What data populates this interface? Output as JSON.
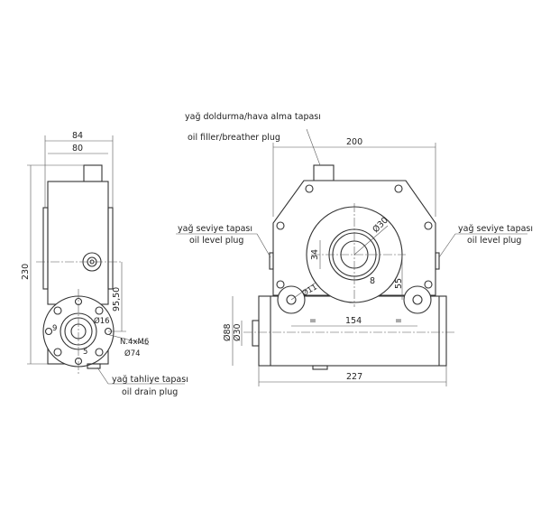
{
  "side_view": {
    "dims": {
      "width_outer": "84",
      "width_inner": "80",
      "height": "230",
      "axis_offset": "95,50",
      "key_height": "9",
      "shaft_dia": "Ø16",
      "key_width": "5",
      "bolts": "N.4xM6",
      "bolt_circle": "Ø74"
    },
    "drain_label_tr": "yağ tahliye tapası",
    "drain_label_en": "oil drain plug"
  },
  "front_view": {
    "filler_label_tr": "yağ doldurma/hava alma tapası",
    "filler_label_en": "oil filler/breather plug",
    "level_left_tr": "yağ seviye tapası",
    "level_left_en": "oil level plug",
    "level_right_tr": "yağ seviye tapası",
    "level_right_en": "oil level plug",
    "dims": {
      "width": "200",
      "bore": "Ø30",
      "bore_height": "34",
      "key_width": "8",
      "foot_hole": "Ø11",
      "foot_height": "55",
      "foot_spacing": "154",
      "equal": "=",
      "shaft_outer": "Ø88",
      "shaft_inner": "Ø30",
      "total_width": "227"
    }
  }
}
